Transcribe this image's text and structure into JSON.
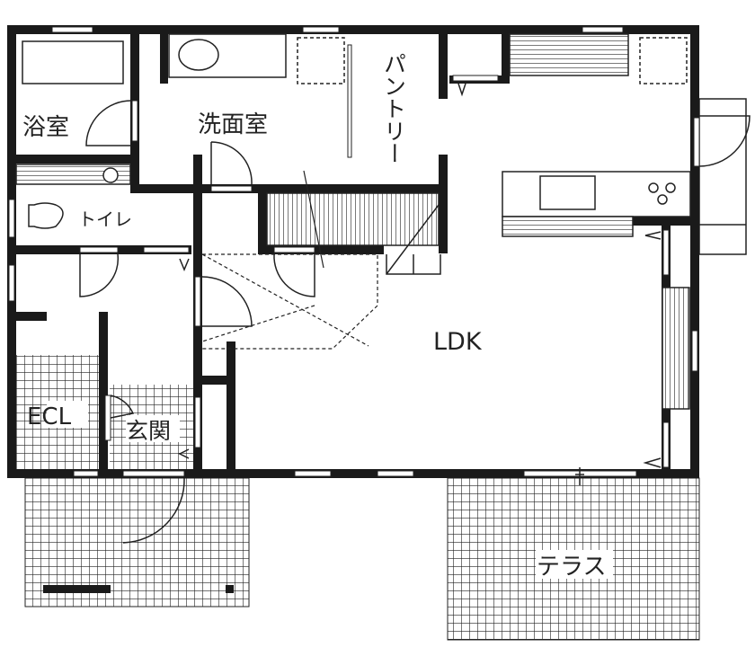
{
  "floor_plan": {
    "rooms": {
      "bath": "浴室",
      "washroom": "洗面室",
      "pantry": "パントリー",
      "toilet": "トイレ",
      "ldk": "LDK",
      "ecl": "ECL",
      "entrance": "玄関",
      "terrace": "テラス"
    },
    "colors": {
      "wall": "#1a1a1a",
      "line": "#222222",
      "background": "#ffffff"
    }
  }
}
